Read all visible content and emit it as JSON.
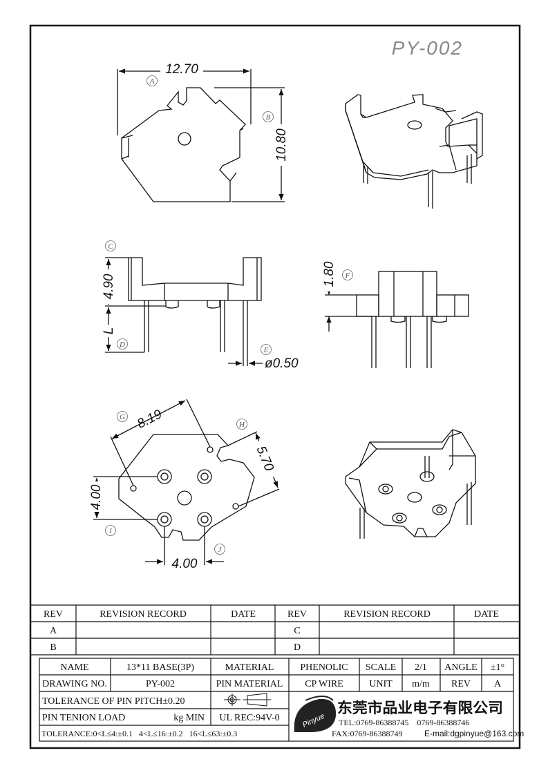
{
  "title": "PY-002",
  "views": {
    "top": {
      "dim_a": "12.70",
      "dim_b": "10.80",
      "label_a": "A",
      "label_b": "B"
    },
    "front": {
      "dim_c": "4.90",
      "dim_l": "L",
      "dim_e": "ø0.50",
      "label_c": "C",
      "label_d": "D",
      "label_e": "E"
    },
    "side": {
      "dim_f": "1.80",
      "label_f": "F"
    },
    "bottom": {
      "dim_g": "8.19",
      "dim_h": "5.70",
      "dim_i": "4.00",
      "dim_j": "4.00",
      "label_g": "G",
      "label_h": "H",
      "label_i": "I",
      "label_j": "J"
    }
  },
  "revision_table": {
    "headers": [
      "REV",
      "REVISION RECORD",
      "DATE",
      "REV",
      "REVISION RECORD",
      "DATE"
    ],
    "rows": [
      [
        "A",
        "",
        "",
        "C",
        "",
        ""
      ],
      [
        "B",
        "",
        "",
        "D",
        "",
        ""
      ]
    ]
  },
  "title_block": {
    "name_label": "NAME",
    "name_value": "13*11 BASE(3P)",
    "material_label": "MATERIAL",
    "material_value": "PHENOLIC",
    "scale_label": "SCALE",
    "scale_value": "2/1",
    "angle_label": "ANGLE",
    "angle_value": "±1°",
    "drawing_no_label": "DRAWING NO.",
    "drawing_no_value": "PY-002",
    "pin_material_label": "PIN MATERIAL",
    "pin_material_value": "CP WIRE",
    "unit_label": "UNIT",
    "unit_value": "m/m",
    "rev_label": "REV",
    "rev_value": "A",
    "tolerance_pitch": "TOLERANCE OF PIN PITCH±0.20",
    "pin_tension": "PIN TENION LOAD",
    "pin_tension_unit": "kg MIN",
    "ul_rec": "UL REC:94V-0",
    "tolerance_line": "TOLERANCE:0<L≤4:±0.1   4<L≤16:±0.2   16<L≤63:±0.3",
    "logo_text": "Pinyue",
    "company_cn": "东莞市品业电子有限公司",
    "tel": "TEL:0769-86388745    0769-86388746",
    "fax": "FAX:0769-86388749",
    "email": "E-mail:dgpinyue@163.com"
  }
}
